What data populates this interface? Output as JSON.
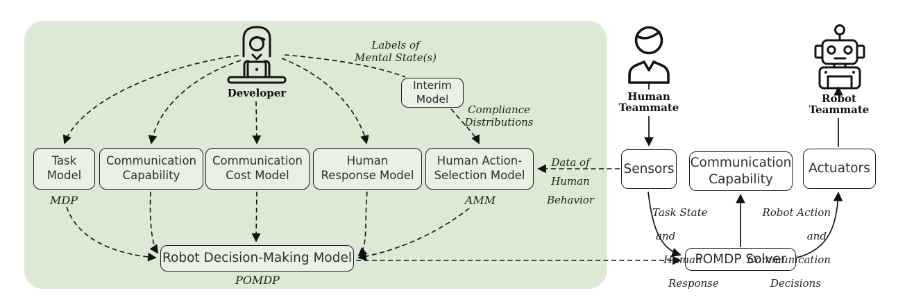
{
  "colors": {
    "panel_bg": "#dce9d4",
    "box_fill_left": "#e9f1e3",
    "box_fill_right": "#ffffff",
    "line": "#111111"
  },
  "developer_pipeline": {
    "actor": {
      "label": "Developer"
    },
    "boxes": {
      "task_model": {
        "label": "Task\nModel",
        "sublabel": "MDP"
      },
      "communication_capability": {
        "label": "Communication\nCapability"
      },
      "communication_cost_model": {
        "label": "Communication\nCost Model"
      },
      "human_response_model": {
        "label": "Human\nResponse Model"
      },
      "human_action_selection_model": {
        "label": "Human Action-\nSelection Model",
        "sublabel": "AMM"
      },
      "interim_model": {
        "label": "Interim\nModel"
      },
      "robot_decision_making_model": {
        "label": "Robot Decision-Making Model",
        "sublabel": "POMDP"
      }
    },
    "annotations": {
      "labels_of_mental_states": "Labels of\nMental State(s)",
      "compliance_distributions": "Compliance\nDistributions",
      "data_of_human_behavior": "Data of\nHuman Behavior"
    }
  },
  "runtime": {
    "actors": {
      "human_teammate": {
        "label": "Human\nTeammate"
      },
      "robot_teammate": {
        "label": "Robot\nTeammate"
      }
    },
    "boxes": {
      "sensors": {
        "label": "Sensors"
      },
      "communication_capability": {
        "label": "Communication\nCapability"
      },
      "actuators": {
        "label": "Actuators"
      },
      "pomdp_solver": {
        "label": "POMDP Solver"
      }
    },
    "annotations": {
      "task_state_human_response": [
        "Task State",
        "and",
        "Human",
        "Response"
      ],
      "robot_action_comm_decisions": [
        "Robot Action",
        "and",
        "Communication",
        "Decisions"
      ]
    }
  }
}
